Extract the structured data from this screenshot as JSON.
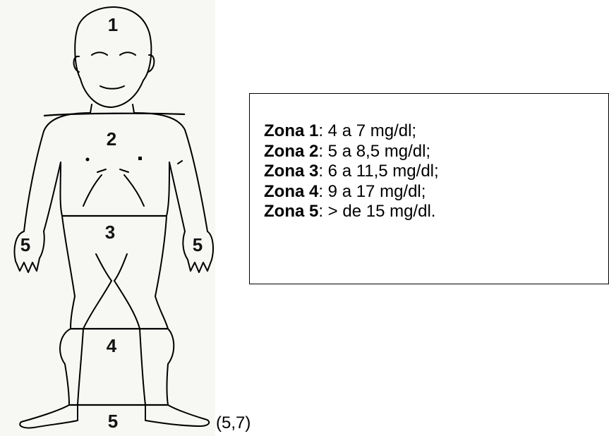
{
  "figure": {
    "zone_numbers": {
      "head": "1",
      "chest": "2",
      "abdomen": "3",
      "hand_left": "5",
      "hand_right": "5",
      "legs": "4",
      "feet": "5"
    },
    "citation": "(5,7)"
  },
  "legend": {
    "items": [
      {
        "label": "Zona 1",
        "text": ": 4 a 7 mg/dl;"
      },
      {
        "label": "Zona 2",
        "text": ": 5 a 8,5 mg/dl;"
      },
      {
        "label": "Zona 3",
        "text": ": 6 a 11,5 mg/dl;"
      },
      {
        "label": "Zona 4",
        "text": ": 9 a 17 mg/dl;"
      },
      {
        "label": "Zona 5",
        "text": ": > de 15 mg/dl."
      }
    ]
  },
  "colors": {
    "ink": "#000000",
    "paper": "#ffffff",
    "sketch_paper": "#f6f6f3"
  }
}
